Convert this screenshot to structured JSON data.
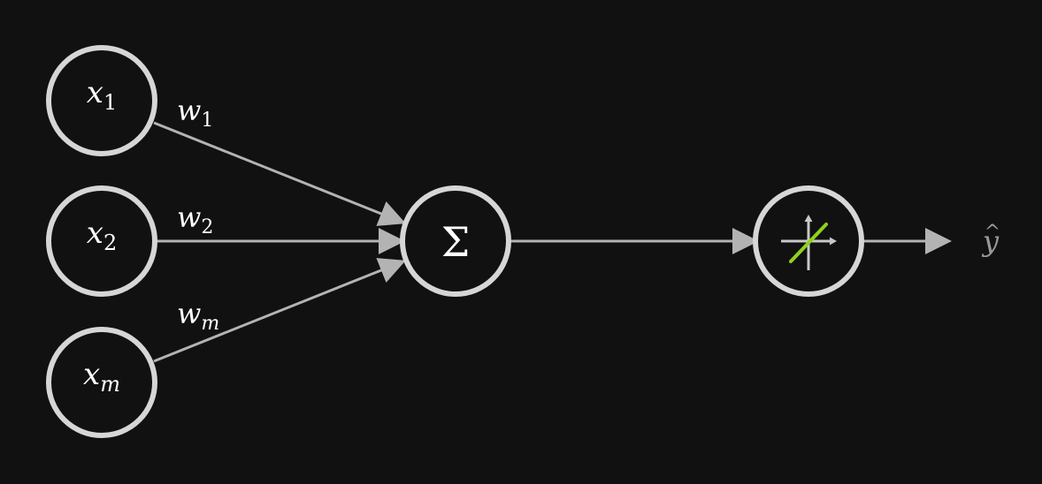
{
  "diagram": {
    "colors": {
      "background": "#111111",
      "node_stroke": "#d6d6d6",
      "edge": "#b3b3b3",
      "text": "#ffffff",
      "output_text": "#9a9a9a",
      "activation_line": "#8fd11e"
    },
    "inputs": [
      {
        "var": "x",
        "sub": "1"
      },
      {
        "var": "x",
        "sub": "2"
      },
      {
        "var": "x",
        "sub": "m"
      }
    ],
    "weights": [
      {
        "var": "w",
        "sub": "1"
      },
      {
        "var": "w",
        "sub": "2"
      },
      {
        "var": "w",
        "sub": "m"
      }
    ],
    "sum_symbol": "Σ",
    "activation_icon": "linear-activation-icon",
    "output": {
      "base": "y",
      "hat": "^"
    }
  }
}
